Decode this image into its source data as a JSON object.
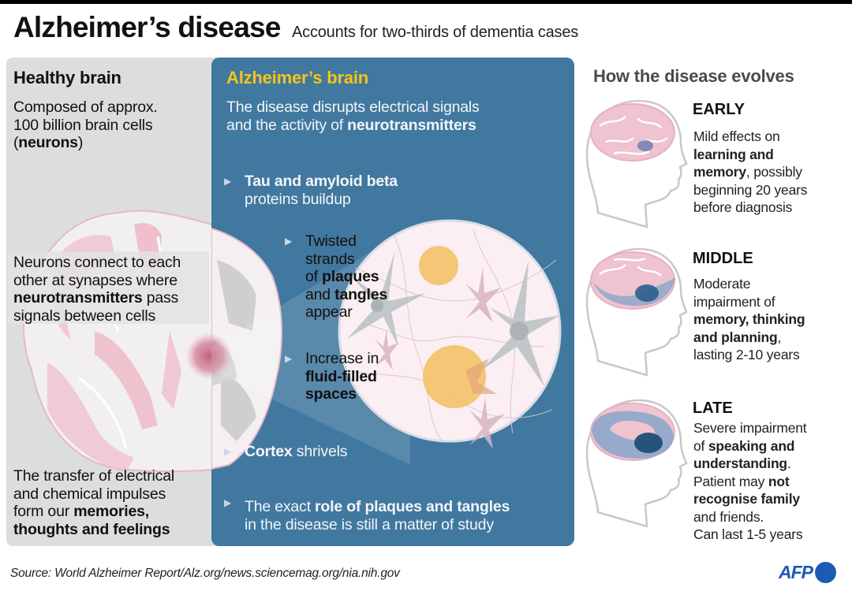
{
  "header": {
    "title": "Alzheimer’s disease",
    "subtitle": "Accounts for two-thirds of dementia cases"
  },
  "healthy": {
    "heading": "Healthy brain",
    "intro": [
      "Composed of approx.",
      "100 billion brain cells",
      "(",
      "neurons",
      ")"
    ],
    "neurons": [
      "Neurons connect to each",
      "other at synapses where",
      "neurotransmitters",
      " pass",
      "signals between cells"
    ],
    "transfer": [
      "The transfer of electrical",
      "and chemical impulses",
      "form our ",
      "memories,",
      "thoughts and feelings"
    ]
  },
  "alzheimers": {
    "heading": "Alzheimer’s brain",
    "intro": [
      "The disease disrupts electrical signals",
      "and the activity of ",
      "neurotransmitters"
    ],
    "bullets": {
      "tau": [
        "Tau and amyloid beta",
        "proteins buildup"
      ],
      "twisted": [
        "Twisted",
        "strands",
        "of ",
        "plaques",
        "and ",
        "tangles",
        "appear"
      ],
      "fluid": [
        "Increase in",
        "fluid-filled",
        "spaces"
      ],
      "cortex": [
        "Cortex",
        " shrivels"
      ],
      "role": [
        "The exact ",
        "role of plaques and tangles",
        "in the disease is still a matter of study"
      ]
    },
    "bullet_icon": "triangle-right-icon"
  },
  "evolution": {
    "heading": "How the disease evolves",
    "stages": [
      {
        "label": "EARLY",
        "lines": [
          [
            "Mild effects on"
          ],
          [
            "",
            "learning and"
          ],
          [
            "",
            "memory",
            ", possibly"
          ],
          [
            "beginning 20 years"
          ],
          [
            "before diagnosis"
          ]
        ]
      },
      {
        "label": "MIDDLE",
        "lines": [
          [
            "Moderate"
          ],
          [
            "impairment of"
          ],
          [
            "",
            "memory, thinking"
          ],
          [
            "",
            "and planning",
            ","
          ],
          [
            "lasting 2-10 years"
          ]
        ]
      },
      {
        "label": "LATE",
        "lines": [
          [
            "Severe impairment"
          ],
          [
            "of ",
            "speaking and"
          ],
          [
            "",
            "understanding",
            "."
          ],
          [
            "Patient may ",
            "not"
          ],
          [
            "",
            "recognise family"
          ],
          [
            "and friends."
          ],
          [
            "Can last 1-5 years"
          ]
        ]
      }
    ]
  },
  "footer": {
    "source": "Source: World Alzheimer Report/Alz.org/news.sciencemag.org/nia.nih.gov",
    "logo_text": "AFP"
  },
  "colors": {
    "alz_panel": "#41789f",
    "healthy_panel": "#dcdddf",
    "alz_heading": "#f5c518",
    "brain_pink": "#eab4c3",
    "plaque": "#f3c26a",
    "afp_blue": "#1d5ab6"
  }
}
